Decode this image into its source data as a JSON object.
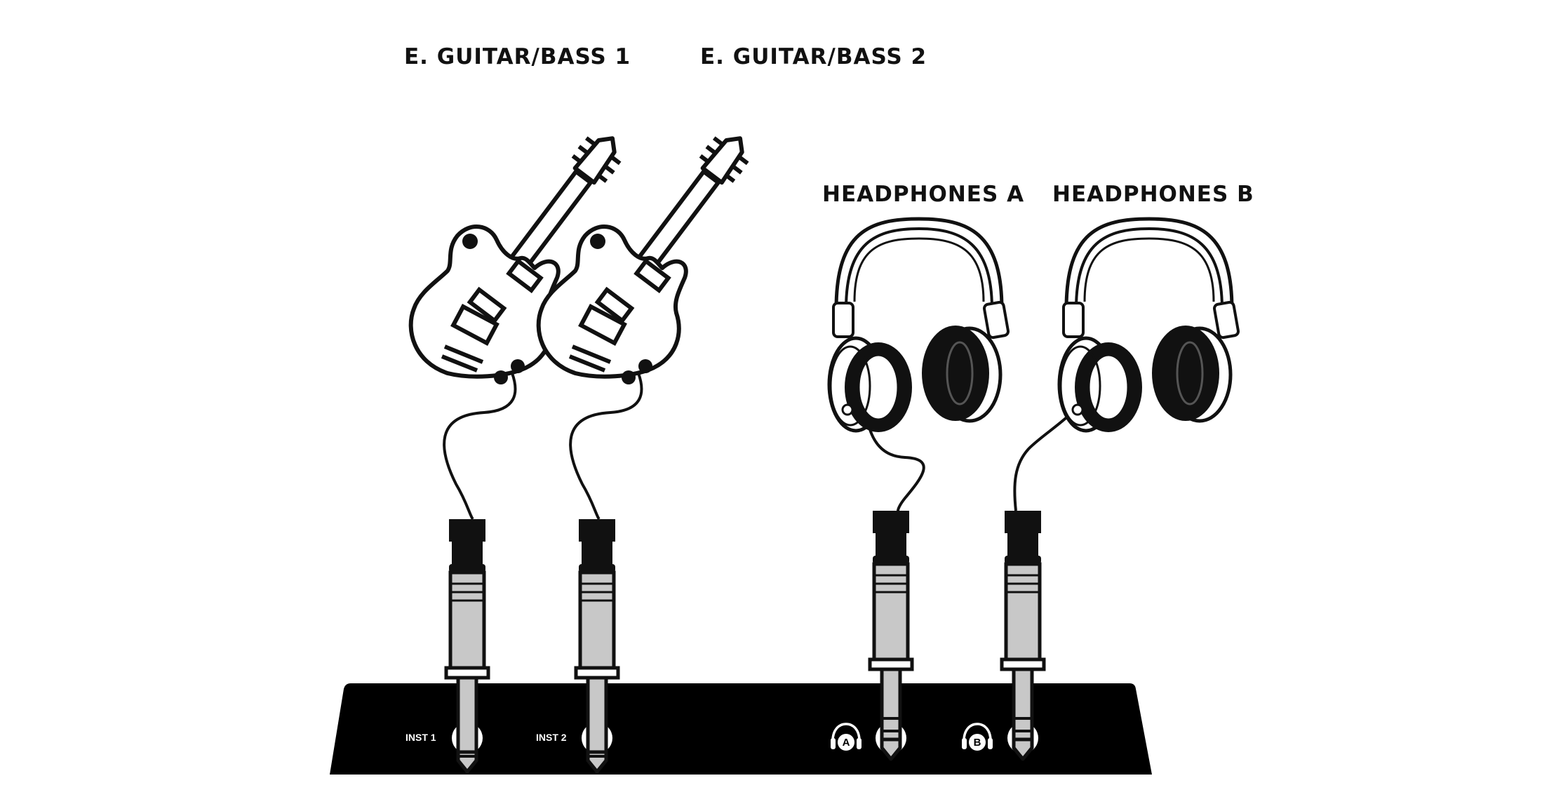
{
  "labels": {
    "guitar1": "E. GUITAR/BASS 1",
    "guitar2": "E. GUITAR/BASS 2",
    "headphonesA": "HEADPHONES A",
    "headphonesB": "HEADPHONES B"
  },
  "ports": {
    "inst1": "INST 1",
    "inst2": "INST 2",
    "phonesA": "A",
    "phonesB": "B"
  },
  "icons": [
    "electric-guitar-icon",
    "headphones-icon",
    "quarter-inch-jack-icon",
    "headphone-output-icon"
  ],
  "colors": {
    "ink": "#111111",
    "plug_sleeve": "#c8c8c8",
    "background": "#ffffff",
    "panel": "#000000"
  }
}
